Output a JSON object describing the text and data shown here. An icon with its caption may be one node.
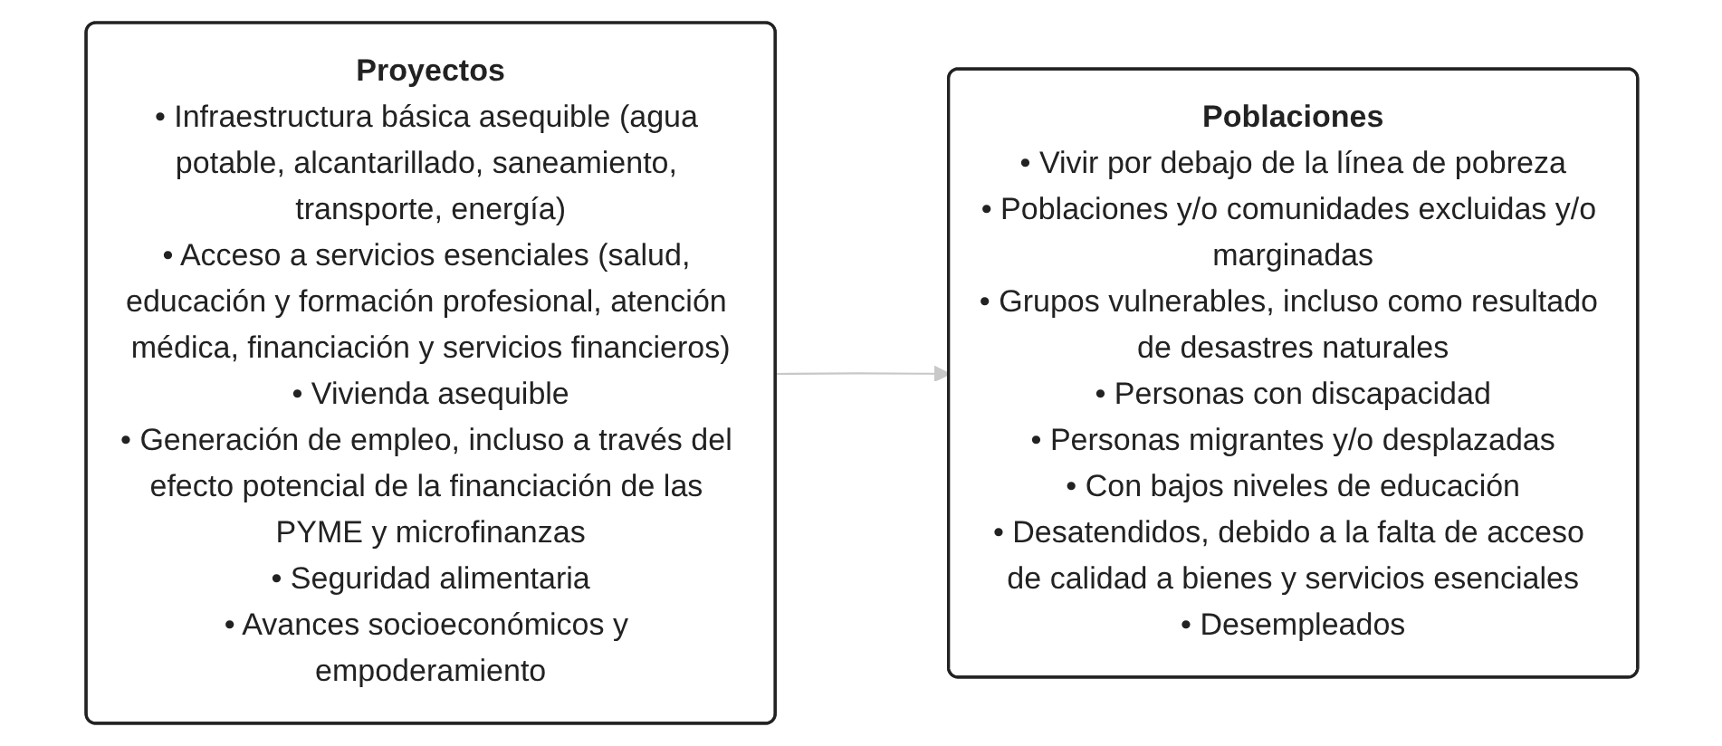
{
  "diagram": {
    "nodes": [
      {
        "text": [
          "Proyectos",
          "• Infraestructura básica asequible (agua potable, alcantarillado, saneamiento, transporte, energía)",
          "• Acceso a servicios esenciales (salud, educación y formación profesional, atención médica, financiación y servicios financieros)",
          "• Vivienda asequible",
          "• Generación de empleo, incluso a través del efecto potencial de la financiación de las PYME y microfinanzas",
          "• Seguridad alimentaria",
          "• Avances socioeconómicos y empoderamiento"
        ]
      },
      {
        "text": [
          "Poblaciones",
          "• Vivir por debajo de la línea de pobreza",
          "• Poblaciones y/o comunidades excluidas y/o marginadas",
          "• Grupos vulnerables, incluso como resultado de desastres naturales",
          "• Personas con discapacidad",
          "• Personas migrantes y/o desplazadas",
          "• Con bajos niveles de educación",
          "• Desatendidos, debido a la falta de acceso de calidad a bienes y servicios esenciales",
          "• Desempleados"
        ]
      }
    ],
    "edges": [
      {
        "from": 0,
        "to": 1,
        "arrow": "to",
        "color": "#c8c8c8"
      }
    ]
  }
}
